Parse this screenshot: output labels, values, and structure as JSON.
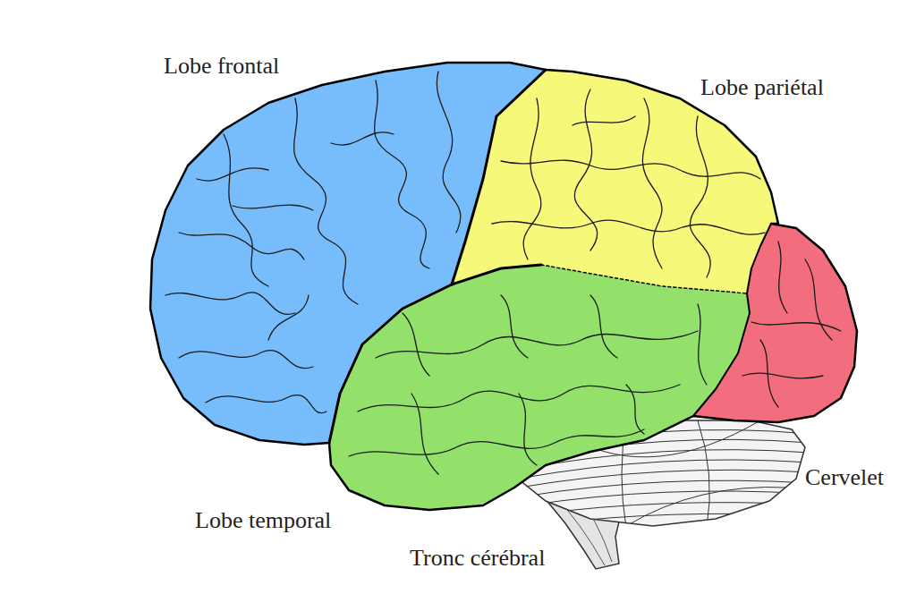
{
  "diagram": {
    "labels": [
      "Lobe frontal",
      "Lobe pariétal",
      "Cervelet",
      "Lobe temporal",
      "Tronc cérébral"
    ]
  }
}
